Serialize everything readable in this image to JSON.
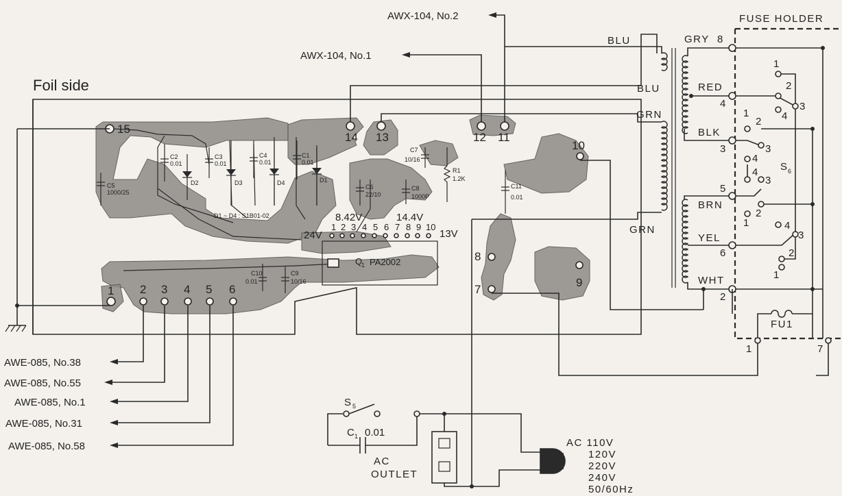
{
  "title": "Foil side",
  "fuse_holder_label": "FUSE HOLDER",
  "awx": [
    "AWX-104, No.2",
    "AWX-104, No.1"
  ],
  "awe": [
    "AWE-085, No.38",
    "AWE-085, No.55",
    "AWE-085, No.1",
    "AWE-085, No.31",
    "AWE-085, No.58"
  ],
  "transformer": {
    "wire_colors": [
      "BLU",
      "BLU",
      "GRN",
      "GRN"
    ],
    "taps": [
      "GRY",
      "RED",
      "BLK",
      "BRN",
      "YEL",
      "WHT"
    ],
    "tap_numbers": [
      "8",
      "4",
      "3",
      "5",
      "6",
      "2"
    ]
  },
  "switch": {
    "label": "S",
    "sub": "6",
    "positions_a": [
      "1",
      "2",
      "3",
      "4"
    ],
    "positions_b": [
      "1",
      "2",
      "3",
      "4"
    ],
    "positions_c": [
      "1",
      "2",
      "3",
      "4"
    ],
    "positions_d": [
      "1",
      "2",
      "3",
      "4"
    ]
  },
  "fuse": {
    "label": "FU1",
    "pins": [
      "1",
      "7"
    ]
  },
  "mains": {
    "switch_label": "S",
    "switch_sub": "5",
    "cap_label": "C",
    "cap_sub": "1",
    "cap_value": "0.01",
    "outlet": [
      "AC",
      "OUTLET"
    ],
    "ac_lines": [
      "AC 110V",
      "120V",
      "220V",
      "240V",
      "50/60Hz"
    ]
  },
  "pcb": {
    "terminals": [
      "15",
      "14",
      "13",
      "12",
      "11",
      "10",
      "9",
      "8",
      "7",
      "1",
      "2",
      "3",
      "4",
      "5",
      "6"
    ],
    "ic_pins": [
      "1",
      "2",
      "3",
      "4",
      "5",
      "6",
      "7",
      "8",
      "9",
      "10"
    ],
    "voltages": [
      "8.42V",
      "14.4V",
      "24V",
      "13V"
    ],
    "ic_label": "Q",
    "ic_sub": "1",
    "ic_part": "PA2002",
    "diode_array": "D1 ~ D4 : S1B01-02",
    "components": {
      "C5": [
        "C5",
        "1000/25"
      ],
      "C2": [
        "C2",
        "0.01"
      ],
      "C3": [
        "C3",
        "0.01"
      ],
      "C4": [
        "C4",
        "0.01"
      ],
      "C1": [
        "C1",
        "0.01"
      ],
      "D1": "D1",
      "D2": "D2",
      "D3": "D3",
      "D4": "D4",
      "C7": [
        "C7",
        "10/16"
      ],
      "R1": [
        "R1",
        "1.2K"
      ],
      "C6": [
        "C6",
        "22/10"
      ],
      "C8": [
        "C8",
        "1000P"
      ],
      "C11": [
        "C11",
        "0.01"
      ],
      "C10": [
        "C10",
        "0.01"
      ],
      "C9": [
        "C9",
        "10/16"
      ]
    }
  }
}
